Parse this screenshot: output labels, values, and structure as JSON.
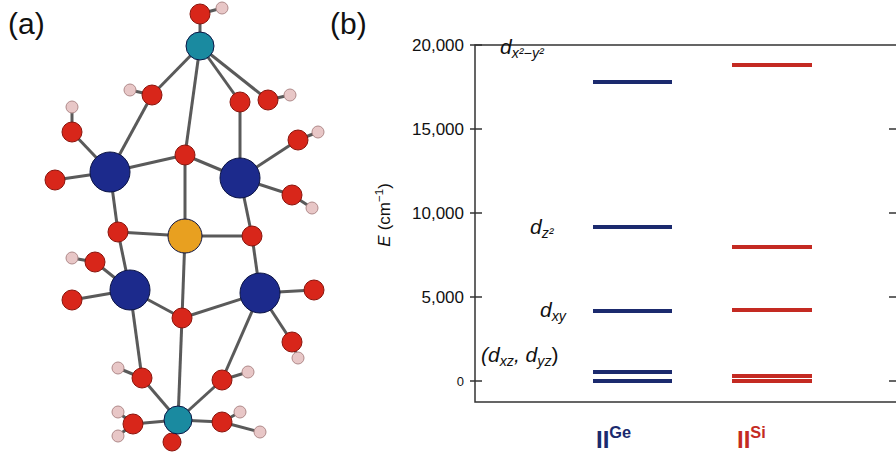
{
  "diagram": {
    "labels": [
      "(a)",
      "(b)",
      "20,000",
      "15,000",
      "10,000",
      "5,000",
      "0",
      "E",
      "(cm",
      "−1",
      ")",
      "d",
      "x²−y²",
      "d",
      "z²",
      "d",
      "xy",
      "(d",
      "xz",
      ", d",
      "yz",
      ")",
      "II",
      "Ge",
      "II",
      "Si"
    ]
  }
}
